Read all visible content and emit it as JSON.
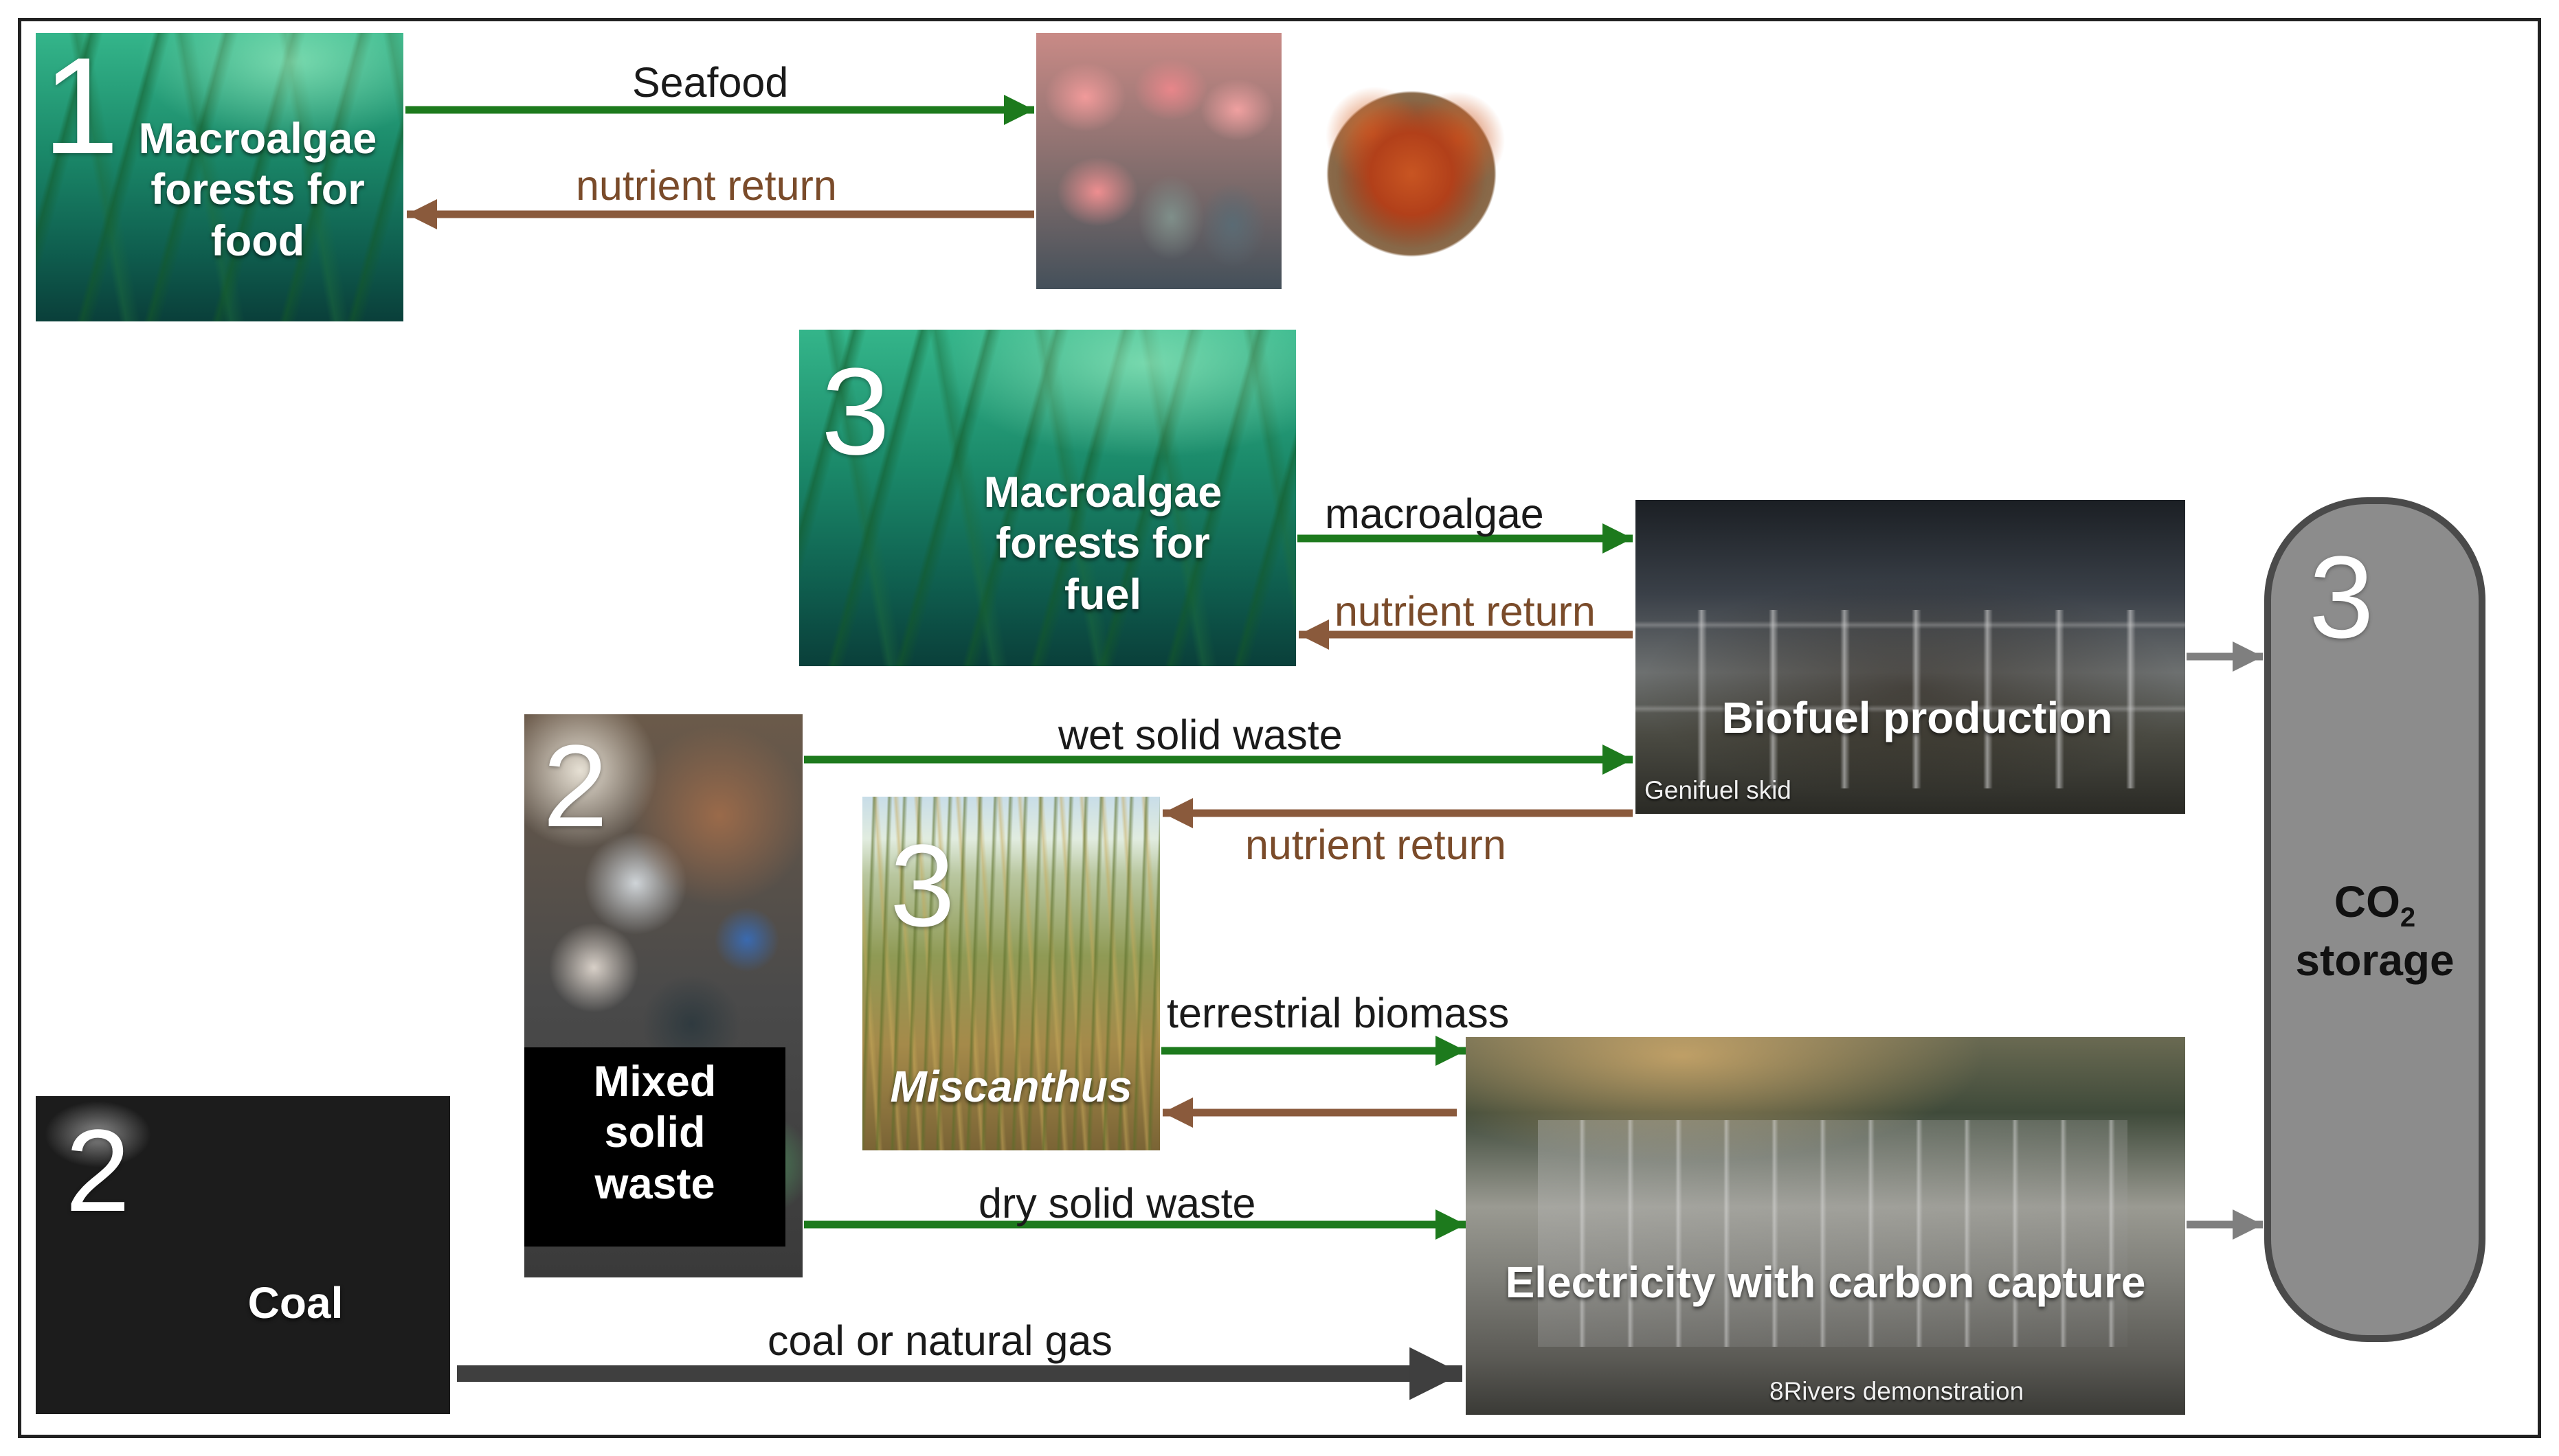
{
  "nodes": {
    "food_forest": {
      "number": "1",
      "label_lines": [
        "Macroalgae",
        "forests for",
        "food"
      ]
    },
    "fuel_forest": {
      "number": "3",
      "label_lines": [
        "Macroalgae",
        "forests for",
        "fuel"
      ]
    },
    "waste": {
      "number": "2",
      "label_lines": [
        "Mixed",
        "solid",
        "waste"
      ]
    },
    "miscanthus": {
      "number": "3",
      "label": "Miscanthus"
    },
    "coal": {
      "number": "2",
      "label": "Coal"
    },
    "biofuel": {
      "label": "Biofuel production",
      "caption": "Genifuel skid"
    },
    "electricity": {
      "label": "Electricity with carbon capture",
      "caption": "8Rivers demonstration"
    },
    "storage": {
      "number": "3",
      "label_prefix": "CO",
      "label_sub": "2",
      "label_suffix": "storage"
    }
  },
  "flows": {
    "seafood": "Seafood",
    "nutrient_return_1": "nutrient return",
    "macroalgae": "macroalgae",
    "nutrient_return_2": "nutrient return",
    "wet_solid_waste": "wet solid waste",
    "nutrient_return_3": "nutrient return",
    "terrestrial_biomass": "terrestrial biomass",
    "dry_solid_waste": "dry solid waste",
    "coal_or_natural_gas": "coal or natural gas"
  },
  "colors": {
    "input_arrow": "#1d7a1d",
    "return_arrow": "#8a5a3c",
    "output_arrow": "#7f7f7f",
    "fossil_arrow": "#3f3f3f",
    "storage_fill": "#8c8c8c"
  }
}
